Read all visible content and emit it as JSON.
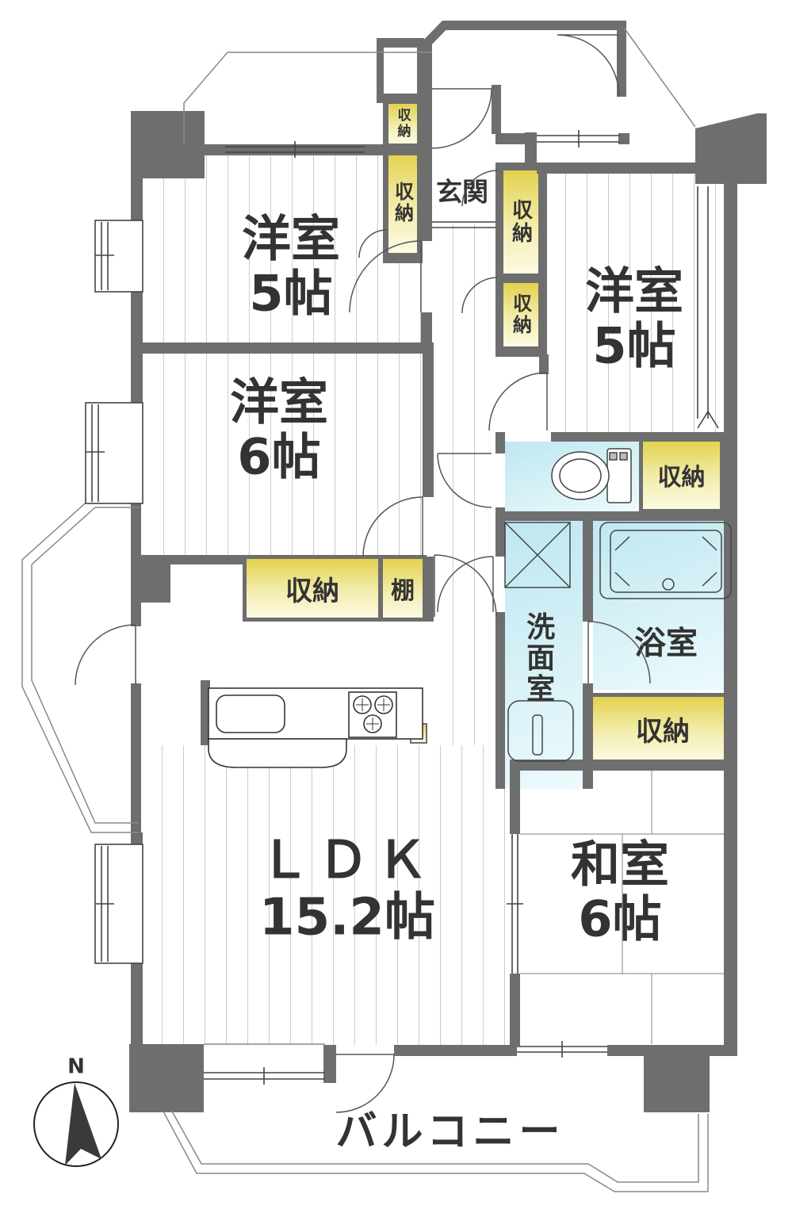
{
  "plan": {
    "compass": {
      "north_label": "N"
    },
    "rooms": {
      "western_top_left": {
        "name": "洋室",
        "size": "5帖"
      },
      "western_top_right": {
        "name": "洋室",
        "size": "5帖"
      },
      "western_middle": {
        "name": "洋室",
        "size": "6帖"
      },
      "ldk": {
        "name": "ＬＤＫ",
        "size": "15.2帖"
      },
      "japanese_room": {
        "name": "和室",
        "size": "6帖"
      },
      "entrance": {
        "label": "玄関"
      },
      "washroom": {
        "label": "洗面室"
      },
      "bathroom": {
        "label": "浴室"
      },
      "balcony": {
        "label": "バルコニー"
      }
    },
    "storage": {
      "closet": "収納",
      "shelf": "棚"
    },
    "colors": {
      "wall": "#6e6e6e",
      "closet-dark": "#e2d24e",
      "closet-light": "#fcfae2",
      "wet-dark": "#bfe7f0",
      "wet-light": "#ecfafd",
      "line": "#444444",
      "stripe": "#cccccc",
      "text": "#333333"
    }
  }
}
